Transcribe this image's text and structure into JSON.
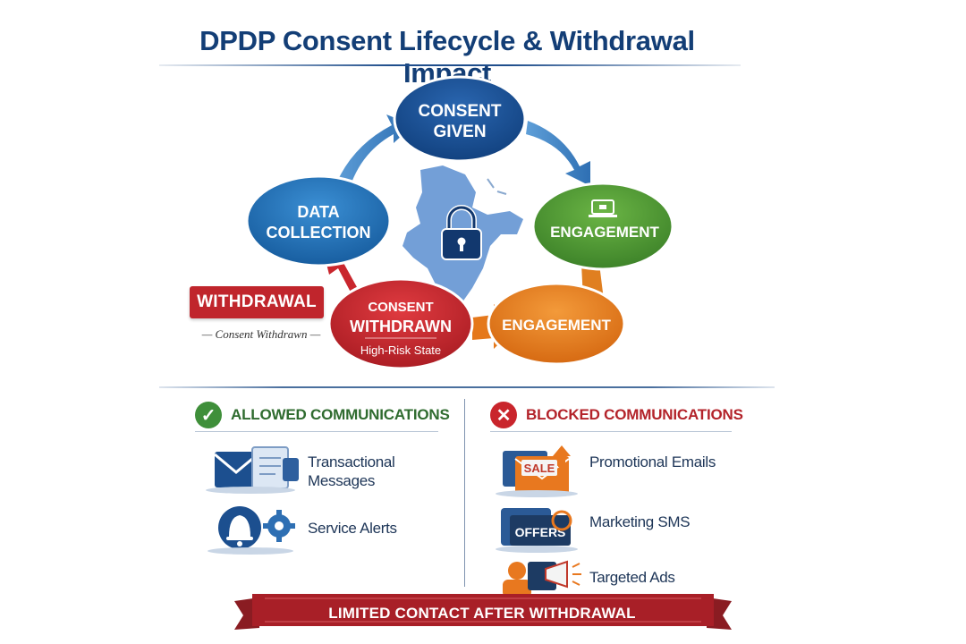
{
  "title": "DPDP Consent Lifecycle & Withdrawal Impact",
  "cycle": {
    "consent_given": [
      "CONSENT",
      "GIVEN"
    ],
    "engagement_top": "ENGAGEMENT",
    "engagement_bottom": "ENGAGEMENT",
    "data_collection": [
      "DATA",
      "COLLECTION"
    ],
    "consent_withdrawn": [
      "CONSENT",
      "WITHDRAWN",
      "High-Risk State"
    ]
  },
  "withdrawal": {
    "tag": "WITHDRAWAL",
    "subtext": "Consent Withdrawn"
  },
  "allowed": {
    "heading": "ALLOWED COMMUNICATIONS",
    "badge": "✓",
    "items": [
      "Transactional Messages",
      "Service Alerts"
    ]
  },
  "blocked": {
    "heading": "BLOCKED COMMUNICATIONS",
    "badge": "✕",
    "items": [
      "Promotional Emails",
      "Marketing SMS",
      "Targeted Ads"
    ],
    "icon_labels": {
      "sale": "SALE",
      "offers": "OFFERS"
    }
  },
  "banner": "LIMITED CONTACT AFTER WITHDRAWAL",
  "colors": {
    "navy": "#133e76",
    "blue": "#1f6fb5",
    "green": "#4e9a35",
    "orange": "#e67e22",
    "red": "#c0252c"
  }
}
